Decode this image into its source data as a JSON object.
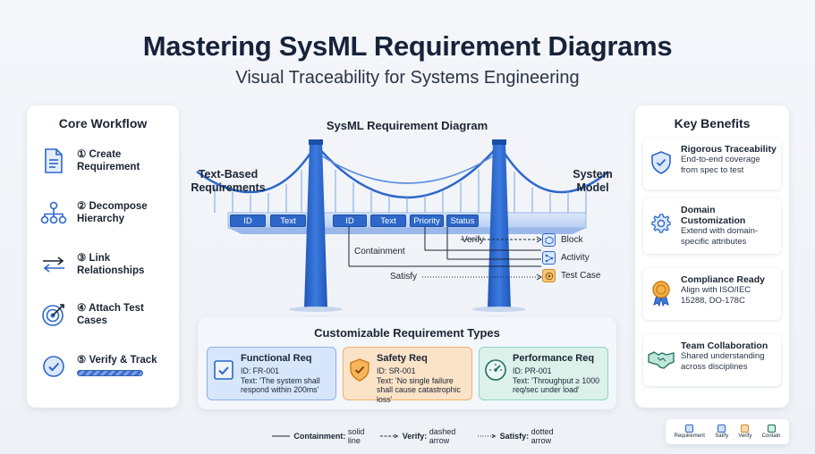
{
  "header": {
    "title": "Mastering SysML Requirement Diagrams",
    "subtitle": "Visual Traceability for Systems Engineering"
  },
  "workflow": {
    "title": "Core Workflow",
    "steps": [
      {
        "label": "① Create Requirement",
        "icon": "document-icon"
      },
      {
        "label": "② Decompose Hierarchy",
        "icon": "hierarchy-icon"
      },
      {
        "label": "③ Link Relationships",
        "icon": "link-arrows-icon"
      },
      {
        "label": "④ Attach Test Cases",
        "icon": "target-icon"
      },
      {
        "label": "⑤ Verify & Track",
        "icon": "check-circle-icon"
      }
    ]
  },
  "diagram": {
    "title": "SysML Requirement Diagram",
    "left_label": "Text-Based Requirements",
    "right_label": "System Model",
    "left_fields": [
      "ID",
      "Text"
    ],
    "right_fields": [
      "ID",
      "Text",
      "Priority",
      "Status"
    ],
    "relations": {
      "containment": "Containment",
      "verify": "Verify",
      "satisfy": "Satisfy"
    },
    "targets": [
      {
        "label": "Block",
        "icon": "block-icon",
        "color": "#dce8fb"
      },
      {
        "label": "Activity",
        "icon": "activity-icon",
        "color": "#dce8fb"
      },
      {
        "label": "Test Case",
        "icon": "testcase-icon",
        "color": "#f7c97a"
      }
    ]
  },
  "types": {
    "title": "Customizable Requirement Types",
    "items": [
      {
        "name": "Functional Req",
        "id": "ID: FR-001",
        "text": "Text: 'The system shall respond within 200ms'",
        "bg": "#d7e6fb",
        "border": "#8fb1e6"
      },
      {
        "name": "Safety Req",
        "id": "ID: SR-001",
        "text": "Text: 'No single failure shall cause catastrophic loss'",
        "bg": "#fbe3c8",
        "border": "#f0b06a"
      },
      {
        "name": "Performance Req",
        "id": "ID: PR-001",
        "text": "Text: 'Throughput ≥ 1000 req/sec under load'",
        "bg": "#dbf1ea",
        "border": "#8fd3bd"
      }
    ]
  },
  "benefits": {
    "title": "Key Benefits",
    "items": [
      {
        "title": "Rigorous Traceability",
        "desc": "End-to-end coverage from spec to test",
        "icon": "shield-check-icon"
      },
      {
        "title": "Domain Customization",
        "desc": "Extend with domain-specific attributes",
        "icon": "gear-icon"
      },
      {
        "title": "Compliance Ready",
        "desc": "Align with ISO/IEC 15288, DO-178C",
        "icon": "medal-icon"
      },
      {
        "title": "Team Collaboration",
        "desc": "Shared understanding across disciplines",
        "icon": "handshake-icon"
      }
    ]
  },
  "legend": {
    "containment": "Containment:",
    "containment_desc": "solid line",
    "verify": "Verify:",
    "verify_desc": "dashed arrow",
    "satisfy": "Satisfy:",
    "satisfy_desc": "dotted arrow"
  },
  "mini_legend": [
    {
      "label": "Requirement",
      "color": "#cfe0fa"
    },
    {
      "label": "Satify",
      "color": "#cfe0fa"
    },
    {
      "label": "Verify",
      "color": "#f5d9b3"
    },
    {
      "label": "Contain",
      "color": "#cfeee3"
    }
  ],
  "colors": {
    "primary": "#2d67c9",
    "dark": "#17233a",
    "orange": "#f0a040",
    "teal": "#3fb597"
  }
}
